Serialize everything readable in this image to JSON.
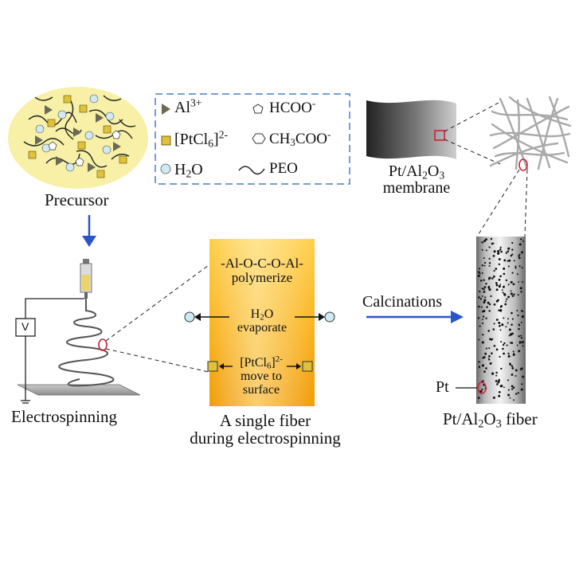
{
  "labels": {
    "precursor": "Precursor",
    "electrospinning": "Electrospinning",
    "voltmeter": "V",
    "single_fiber_line1": "A single fiber",
    "single_fiber_line2": "during electrospinning",
    "calcinations": "Calcinations",
    "membrane_line1": "Pt/Al",
    "membrane_sub1": "2",
    "membrane_mid": "O",
    "membrane_sub2": "3",
    "membrane_line2": "membrane",
    "fiber_pre": "Pt/Al",
    "fiber_sub1": "2",
    "fiber_mid": "O",
    "fiber_sub2": "3",
    "fiber_post": " fiber",
    "pt_label": "Pt"
  },
  "legend": {
    "al_text": "Al",
    "al_sup": "3+",
    "ptcl_open": "[PtCl",
    "ptcl_sub": "6",
    "ptcl_close": "]",
    "ptcl_sup": "2-",
    "h2o_pre": "H",
    "h2o_sub": "2",
    "h2o_post": "O",
    "hcoo_text": "HCOO",
    "hcoo_sup": "-",
    "ch3coo_pre": "CH",
    "ch3coo_sub": "3",
    "ch3coo_post": "COO",
    "ch3coo_sup": "-",
    "peo_text": "PEO"
  },
  "fiber_panel": {
    "polymerize_line1": "-Al-O-C-O-Al-",
    "polymerize_line2": "polymerize",
    "evap_pre": "H",
    "evap_sub": "2",
    "evap_post": "O",
    "evap_line2": "evaporate",
    "move_open": "[PtCl",
    "move_sub": "6",
    "move_close": "]",
    "move_sup": "2-",
    "move_line2": "move to",
    "move_line3": "surface"
  },
  "colors": {
    "precursor_blob": "#f7f0a6",
    "al_marker": "#6b6b55",
    "ptcl_marker": "#e0c23a",
    "h2o_marker": "#cfeaf5",
    "fiber_top": "#fff3b0",
    "fiber_bottom": "#f5a30a",
    "arrow_blue": "#2a55c8",
    "highlight_red": "#cc2233",
    "legend_border": "#4a7fc2"
  }
}
